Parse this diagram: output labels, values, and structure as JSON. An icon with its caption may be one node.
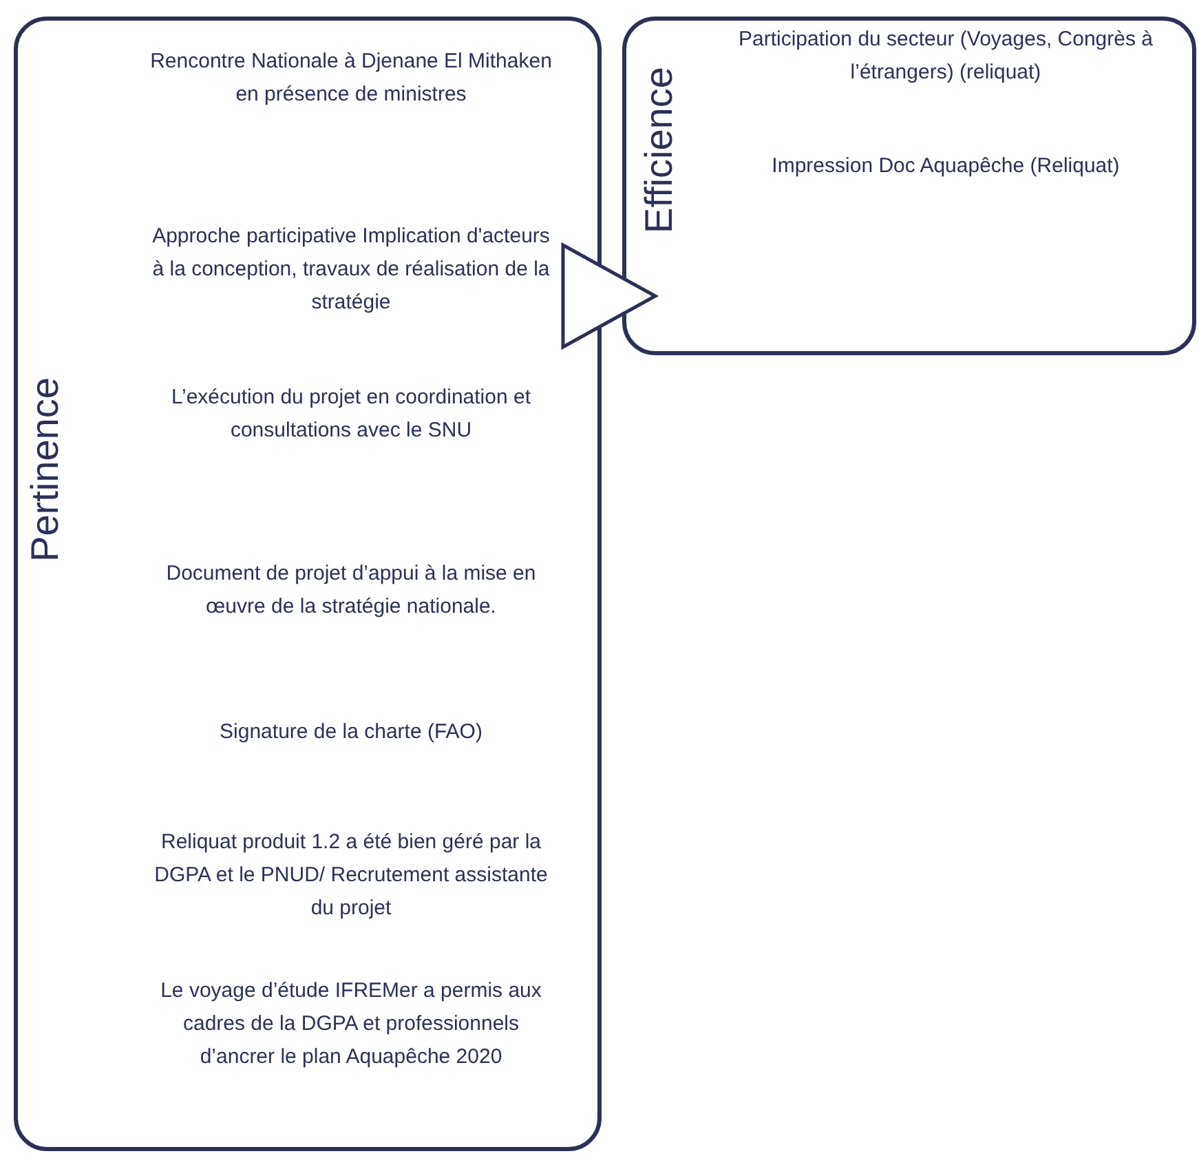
{
  "diagram": {
    "nodes": [
      {
        "text": [
          "Pertinence",
          "Rencontre Nationale à Djenane El Mithaken en présence de ministres",
          "Approche participative Implication d'acteurs à la conception, travaux de réalisation de la stratégie",
          "L’exécution du projet en coordination et consultations avec le SNU",
          "Document de projet d’appui à la mise en œuvre de la stratégie nationale.",
          "Signature de la charte (FAO)",
          "Reliquat produit 1.2 a été bien géré par la DGPA et le PNUD/ Recrutement assistante du projet",
          "Le voyage d’étude IFREMer a permis aux cadres de la DGPA et professionnels d’ancrer le plan Aquapêche 2020"
        ]
      },
      {
        "text": [
          "Efficience",
          "Participation du secteur (Voyages, Congrès à l’étrangers) (reliquat)",
          "Impression Doc Aquapêche (Reliquat)"
        ]
      }
    ],
    "edges": [
      {
        "from": 0,
        "to": 1,
        "arrow": "to"
      }
    ]
  }
}
